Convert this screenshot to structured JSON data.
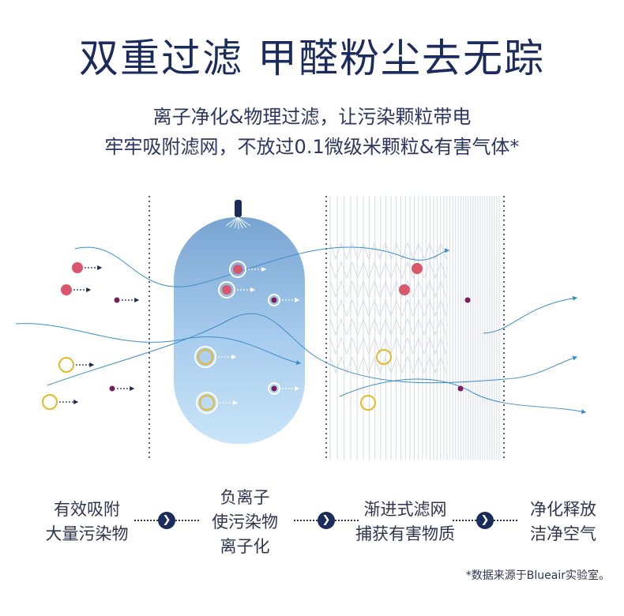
{
  "header": {
    "title": "双重过滤 甲醛粉尘去无踪",
    "subtitle_line1": "离子净化&物理过滤，让污染颗粒带电",
    "subtitle_line2": "牢牢吸附滤网，不放过0.1微级米颗粒&有害气体*"
  },
  "steps": [
    {
      "lines": [
        "有效吸附",
        "大量污染物"
      ]
    },
    {
      "lines": [
        "负离子",
        "使污染物",
        "离子化"
      ]
    },
    {
      "lines": [
        "渐进式滤网",
        "捕获有害物质"
      ]
    },
    {
      "lines": [
        "净化释放",
        "洁净空气"
      ]
    }
  ],
  "connector_icon": "chevron-right-icon",
  "footnote": "*数据来源于Blueair实验室。",
  "colors": {
    "navy": "#1b2b5c",
    "pink_particle": "#d9566b",
    "purple_particle": "#7b1f5a",
    "yellow_particle": "#e5b92a",
    "flow_line": "#3b8fc9",
    "ionizer_top": "#7aa6d4",
    "ionizer_bottom": "#c6e3f7"
  }
}
